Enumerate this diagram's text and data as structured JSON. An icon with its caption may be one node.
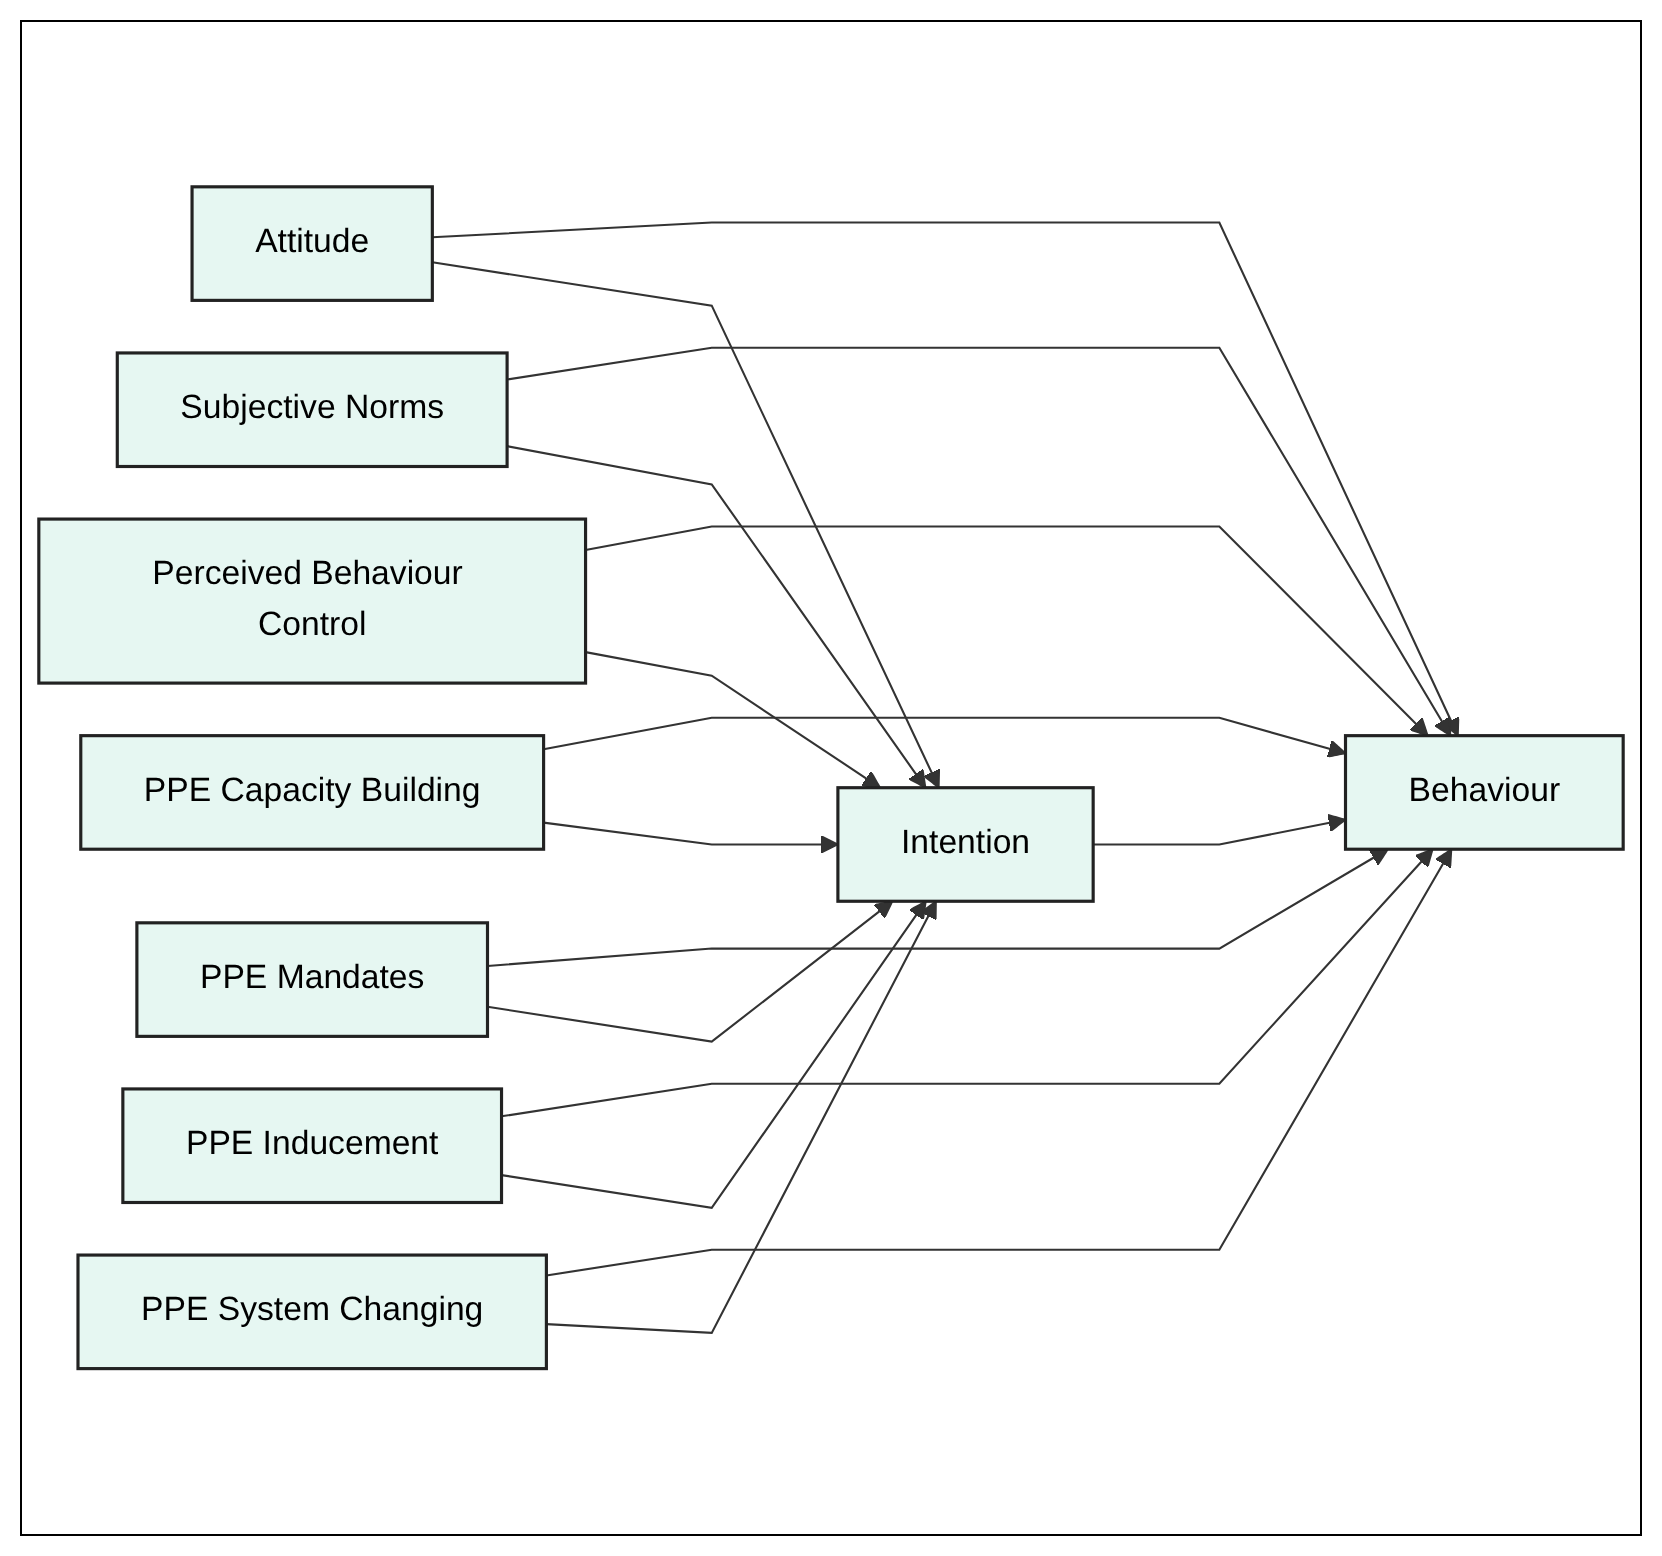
{
  "diagram": {
    "nodes": [
      {
        "text": [
          "Attitude"
        ]
      },
      {
        "text": [
          "Subjective Norms"
        ]
      },
      {
        "text": [
          "Perceived Behaviour Control"
        ]
      },
      {
        "text": [
          "PPE Capacity Building"
        ]
      },
      {
        "text": [
          "PPE Mandates"
        ]
      },
      {
        "text": [
          "PPE Inducement"
        ]
      },
      {
        "text": [
          "PPE System Changing"
        ]
      },
      {
        "text": [
          "Behaviour"
        ]
      },
      {
        "text": [
          "Intention"
        ]
      }
    ],
    "edges": [
      {
        "from": 0,
        "to": 7,
        "arrow": "to"
      },
      {
        "from": 0,
        "to": 8,
        "arrow": "to"
      },
      {
        "from": 1,
        "to": 7,
        "arrow": "to"
      },
      {
        "from": 1,
        "to": 8,
        "arrow": "to"
      },
      {
        "from": 2,
        "to": 7,
        "arrow": "to"
      },
      {
        "from": 2,
        "to": 8,
        "arrow": "to"
      },
      {
        "from": 3,
        "to": 7,
        "arrow": "to"
      },
      {
        "from": 3,
        "to": 8,
        "arrow": "to"
      },
      {
        "from": 4,
        "to": 7,
        "arrow": "to"
      },
      {
        "from": 4,
        "to": 8,
        "arrow": "to"
      },
      {
        "from": 5,
        "to": 7,
        "arrow": "to"
      },
      {
        "from": 5,
        "to": 8,
        "arrow": "to"
      },
      {
        "from": 6,
        "to": 7,
        "arrow": "to"
      },
      {
        "from": 6,
        "to": 8,
        "arrow": "to"
      },
      {
        "from": 8,
        "to": 7,
        "arrow": "to"
      }
    ]
  }
}
